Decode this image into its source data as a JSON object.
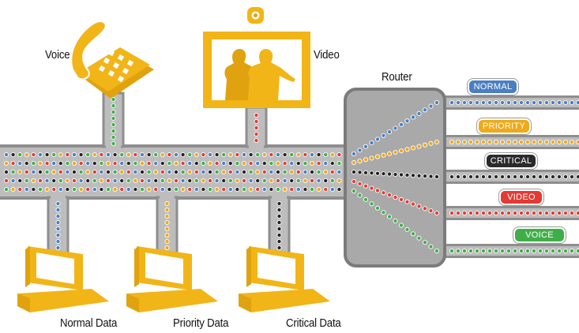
{
  "labels": {
    "voice": "Voice",
    "video": "Video",
    "router": "Router",
    "normal_data": "Normal Data",
    "priority_data": "Priority Data",
    "critical_data": "Critical Data"
  },
  "queues": [
    {
      "name": "NORMAL",
      "color": "#4a7fc1"
    },
    {
      "name": "PRIORITY",
      "color": "#eeaa1a"
    },
    {
      "name": "CRITICAL",
      "color": "#2a2a2a"
    },
    {
      "name": "VIDEO",
      "color": "#e53a33"
    },
    {
      "name": "VOICE",
      "color": "#3fae48"
    }
  ],
  "colors": {
    "device": "#f2b518",
    "device_dark": "#e0a30f",
    "pipe": "#bdbdbd",
    "pipe_edge": "#8e8e8e",
    "router": "#a9a9a9",
    "router_edge": "#7b7b7b",
    "dot_blue": "#4a7fc1",
    "dot_yellow": "#eeaa1a",
    "dot_black": "#222222",
    "dot_red": "#e53a33",
    "dot_green": "#3fae48"
  },
  "icons": [
    "telephone-icon",
    "video-screen-icon",
    "camera-icon",
    "computer-icon",
    "router-icon"
  ]
}
